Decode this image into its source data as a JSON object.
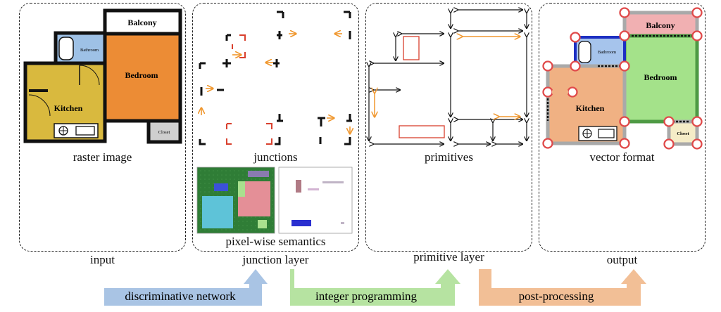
{
  "panels": {
    "input": {
      "inner_caption": "raster image",
      "bottom_caption": "input",
      "rooms": {
        "balcony": "Balcony",
        "bathroom": "Bathroom",
        "bedroom": "Bedroom",
        "kitchen": "Kitchen",
        "closet": "Closet"
      }
    },
    "junction": {
      "inner_caption": "junctions",
      "semantics_caption": "pixel-wise semantics",
      "bottom_caption": "junction layer"
    },
    "primitive": {
      "inner_caption": "primitives",
      "bottom_caption": "primitive layer"
    },
    "output": {
      "inner_caption": "vector format",
      "bottom_caption": "output",
      "rooms": {
        "balcony": "Balcony",
        "bathroom": "Bathroom",
        "bedroom": "Bedroom",
        "kitchen": "Kitchen",
        "closet": "Closet"
      }
    }
  },
  "stages": [
    {
      "label": "discriminative network",
      "color": "#a9c4e4"
    },
    {
      "label": "integer programming",
      "color": "#b6e3a1"
    },
    {
      "label": "post-processing",
      "color": "#f2bf96"
    }
  ],
  "colors": {
    "kitchen_raster": "#d9b93e",
    "bedroom_raster": "#ec8c35",
    "bathroom_raster": "#9ec1e6",
    "closet_raster": "#cfcfcf",
    "kitchen_vector": "#f0b183",
    "bedroom_vector": "#a4e28a",
    "bathroom_vector": "#a6c4ec",
    "balcony_vector": "#f1b0b2",
    "closet_vector": "#f5ecc7",
    "junction_orange": "#f0972e",
    "junction_red": "#d9402e",
    "output_node": "#e04a4a"
  }
}
